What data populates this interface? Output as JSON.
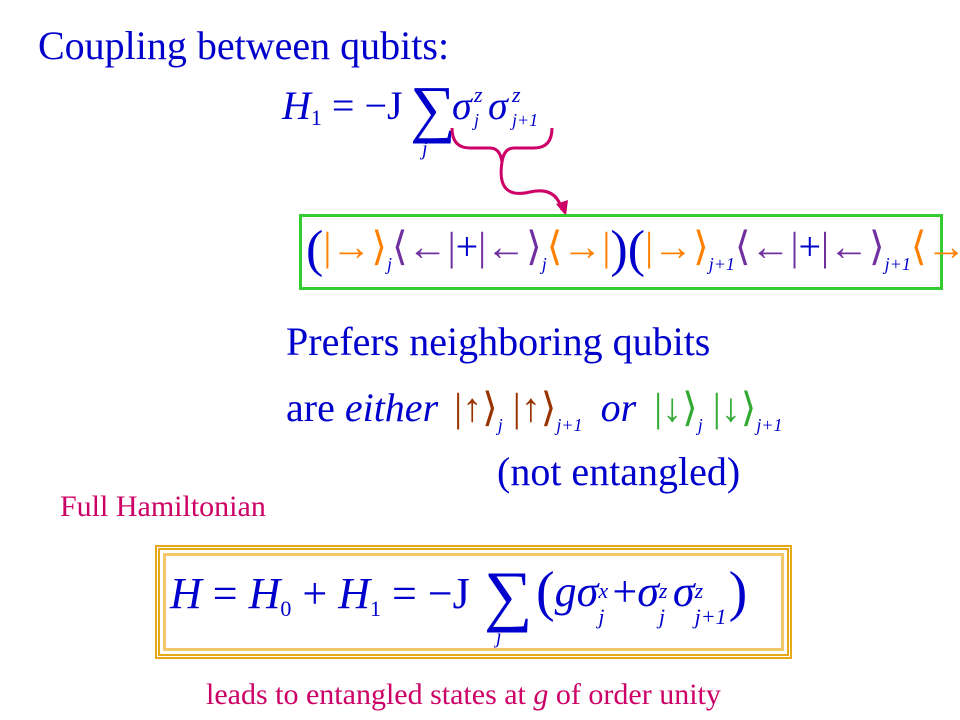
{
  "title": "Coupling between qubits:",
  "h1_eq": {
    "lhs": "H",
    "lhs_sub": "1",
    "eq_rhs": "= −J",
    "sum": "∑",
    "sum_index": "j",
    "s1": "σ",
    "s1_sup": "z",
    "s1_sub": "j",
    "s2": "σ",
    "s2_sup": "z",
    "s2_sub": "j+1"
  },
  "green_box": {
    "lparen": "(",
    "k1": "|→⟩",
    "k1_sub": "j",
    "b1": "⟨←|",
    "plus1": "+",
    "k2": "|←⟩",
    "k2_sub": "j",
    "b2": "⟨→|",
    "rparen": ")",
    "lparen2": "(",
    "k3": "|→⟩",
    "k3_sub": "j+1",
    "b3": "⟨←|",
    "plus2": "+",
    "k4": "|←⟩",
    "k4_sub": "j+1",
    "b4": "⟨→|",
    "rparen2": ")"
  },
  "prefers": {
    "line1": "Prefers neighboring qubits",
    "are": "are",
    "either": "either",
    "up1": "|↑⟩",
    "up1_sub": "j",
    "up2": "|↑⟩",
    "up2_sub": "j+1",
    "or": "or",
    "dn1": "|↓⟩",
    "dn1_sub": "j",
    "dn2": "|↓⟩",
    "dn2_sub": "j+1",
    "note": "(not entangled)"
  },
  "full": {
    "label": "Full Hamiltonian",
    "H": "H",
    "eq1": "=",
    "H0": "H",
    "H0_sub": "0",
    "plus": "+",
    "H1": "H",
    "H1_sub": "1",
    "eq2": "= −J",
    "sum": "∑",
    "sum_index": "j",
    "lparen": "(",
    "g": "g",
    "sx": "σ",
    "sx_sup": "x",
    "sx_sub": "j",
    "plus2": "+",
    "sz1": "σ",
    "sz1_sup": "z",
    "sz1_sub": "j",
    "sz2": "σ",
    "sz2_sup": "z",
    "sz2_sub": "j+1",
    "rparen": ")"
  },
  "footer": {
    "pre": "leads to entangled states at",
    "g": "g",
    "post": "of order unity"
  },
  "colors": {
    "text_blue": "#0000cc",
    "magenta": "#cc0066",
    "orange": "#ff8000",
    "purple": "#7030a0",
    "green": "#33cc33",
    "gold": "#e6a817",
    "dark_red": "#993300"
  }
}
